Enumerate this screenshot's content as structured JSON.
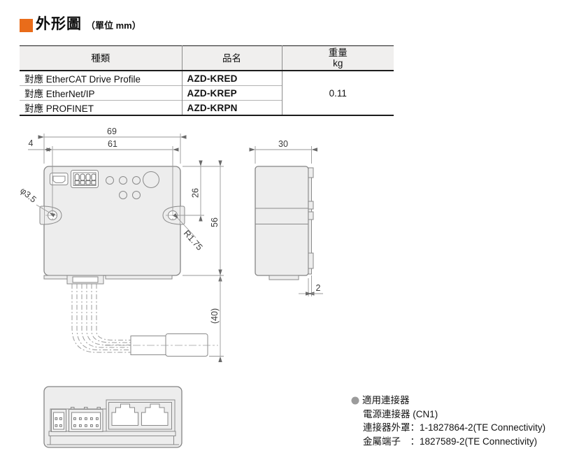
{
  "header": {
    "accent_color": "#e96c1a",
    "title": "外形圖",
    "unit_note": "（單位 mm）"
  },
  "table": {
    "col_type": "種類",
    "col_name": "品名",
    "col_weight_line1": "重量",
    "col_weight_line2": "kg",
    "rows": [
      {
        "type": "對應 EtherCAT Drive Profile",
        "name": "AZD-KRED"
      },
      {
        "type": "對應 EtherNet/IP",
        "name": "AZD-KREP"
      },
      {
        "type": "對應 PROFINET",
        "name": "AZD-KRPN"
      }
    ],
    "weight_kg": "0.11"
  },
  "drawing": {
    "front": {
      "total_width": "69",
      "inner_width": "61",
      "edge_offset": "4",
      "hole_dia": "φ3.5",
      "ear_radius": "R1.75",
      "hole_from_top": "26",
      "height": "56",
      "cable_ref": "(40)"
    },
    "side": {
      "width": "30",
      "plate_thickness": "2"
    }
  },
  "connector_note": {
    "bullet_color": "#9b9b9b",
    "title": "適用連接器",
    "line1": "電源連接器 (CN1)",
    "line2": "連接器外罩：1-1827864-2(TE Connectivity)",
    "line3": "金屬端子　：1827589-2(TE Connectivity)"
  }
}
